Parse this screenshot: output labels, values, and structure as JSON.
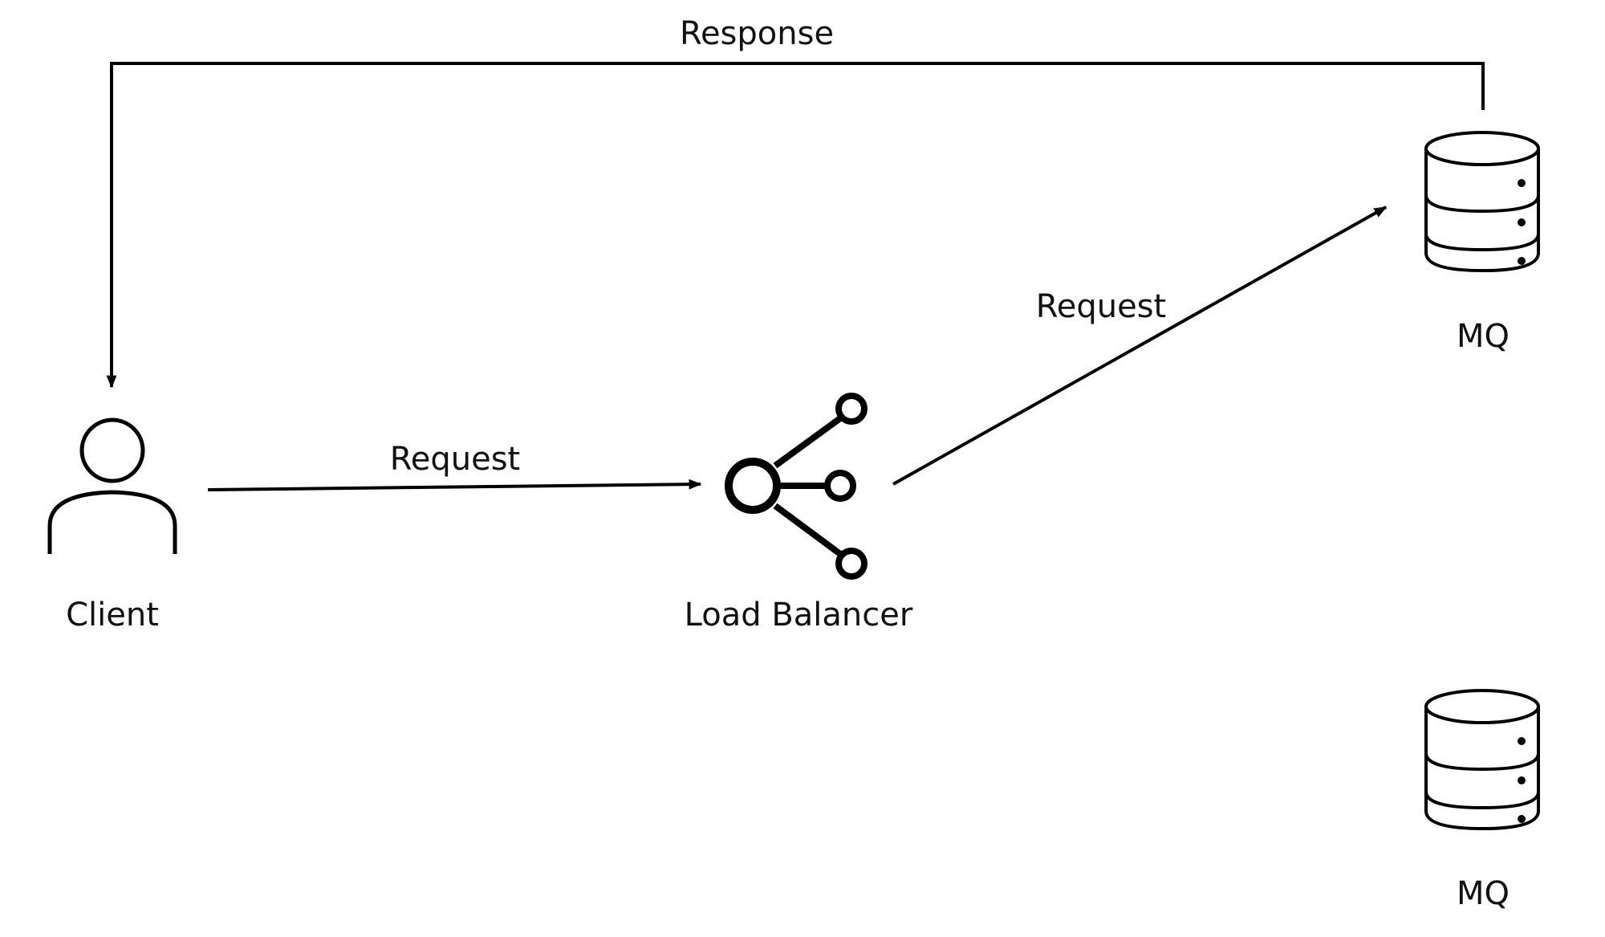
{
  "edges": {
    "response": "Response",
    "request_client_lb": "Request",
    "request_lb_mq": "Request"
  },
  "nodes": {
    "client": {
      "label": "Client",
      "icon": "user-icon"
    },
    "load_balancer": {
      "label": "Load Balancer",
      "icon": "share-hub-icon"
    },
    "mq_top": {
      "label": "MQ",
      "icon": "database-icon"
    },
    "mq_bottom": {
      "label": "MQ",
      "icon": "database-icon"
    }
  },
  "colors": {
    "stroke": "#000000",
    "text": "#111111",
    "background": "#ffffff"
  }
}
